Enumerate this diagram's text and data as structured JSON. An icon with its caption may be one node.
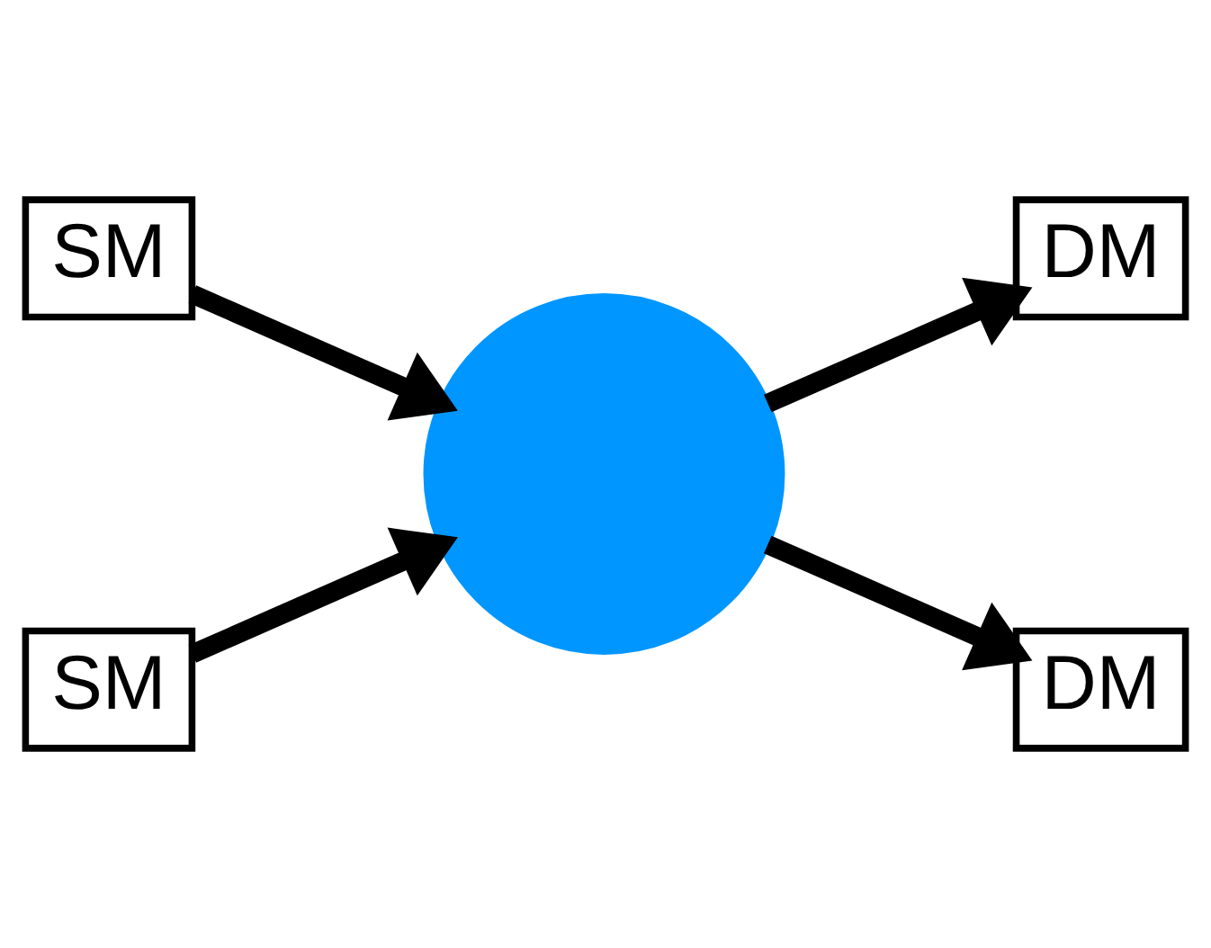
{
  "diagram": {
    "nodes": [
      {
        "text": [
          "SM"
        ]
      },
      {
        "text": [
          "DM"
        ]
      },
      {
        "text": [],
        "shape": "circle"
      },
      {
        "text": [
          "SM"
        ]
      },
      {
        "text": [
          "DM"
        ]
      }
    ],
    "edges": [
      {
        "from": 0,
        "to": 2,
        "arrow": "to"
      },
      {
        "from": 3,
        "to": 2,
        "arrow": "to"
      },
      {
        "from": 2,
        "to": 1,
        "arrow": "to"
      },
      {
        "from": 2,
        "to": 4,
        "arrow": "to"
      }
    ]
  }
}
